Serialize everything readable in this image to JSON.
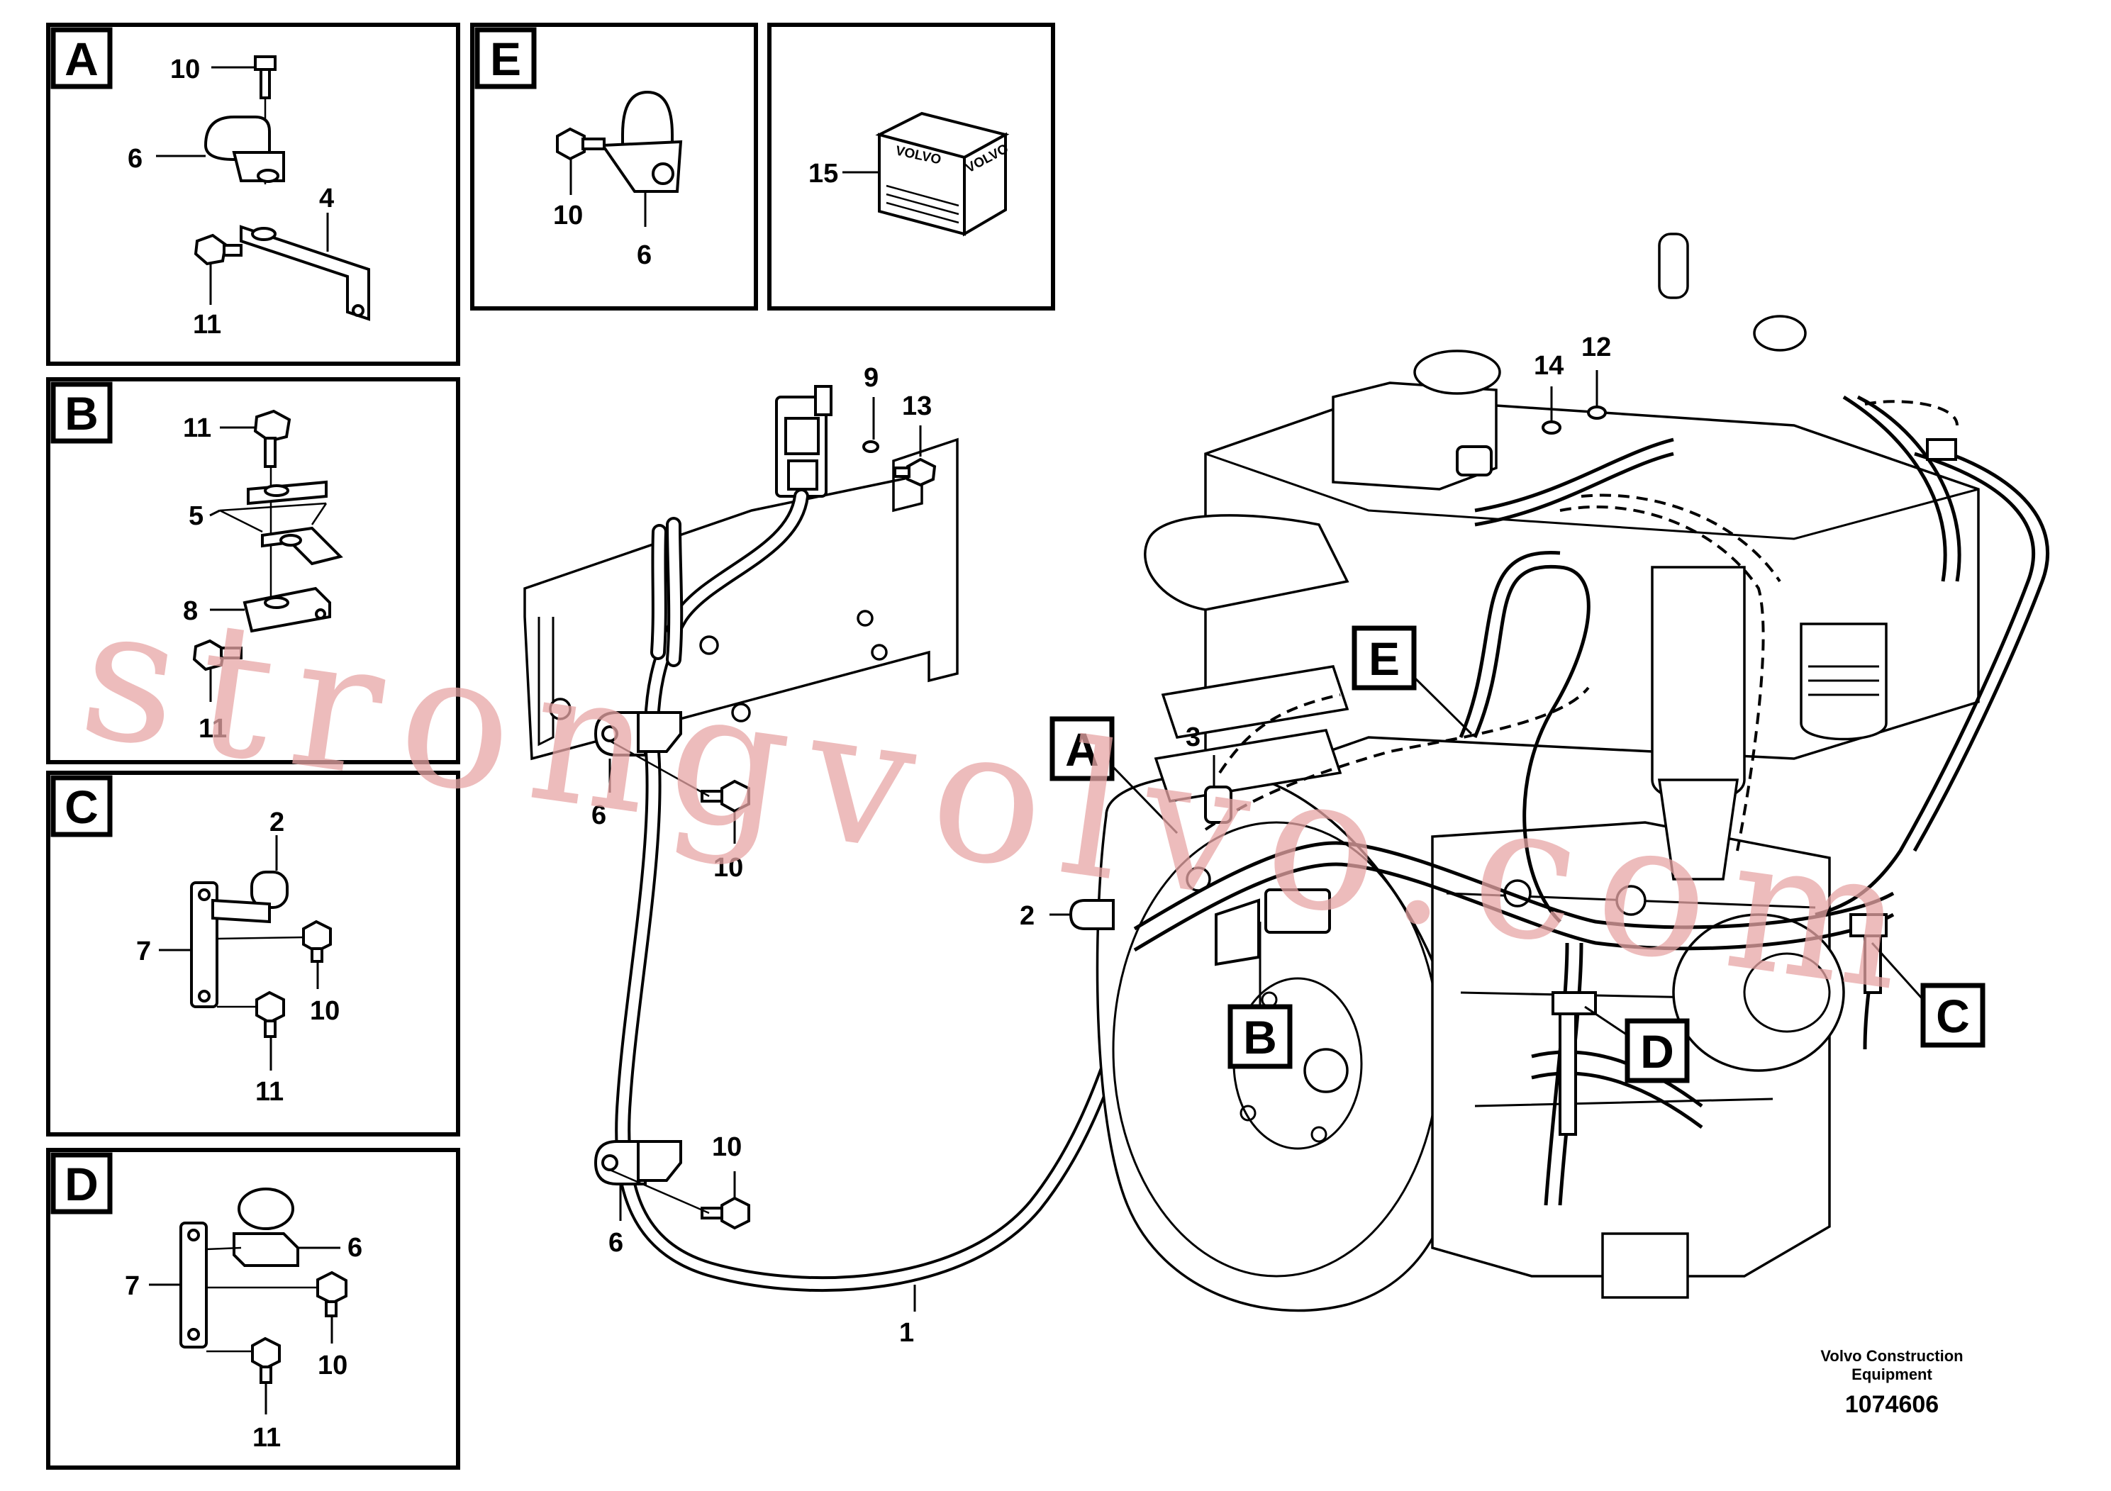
{
  "detail_tags": {
    "A": "A",
    "B": "B",
    "C": "C",
    "D": "D",
    "E": "E"
  },
  "part_numbers": {
    "p1": "1",
    "p2": "2",
    "p3": "3",
    "p4": "4",
    "p5": "5",
    "p6": "6",
    "p7": "7",
    "p8": "8",
    "p9": "9",
    "p10": "10",
    "p11": "11",
    "p12": "12",
    "p13": "13",
    "p14": "14",
    "p15": "15"
  },
  "box_label": "VOLVO",
  "watermark": "strongvolvo.com",
  "footer": {
    "company_line1": "Volvo Construction",
    "company_line2": "Equipment",
    "drawing_number": "1074606"
  },
  "colors": {
    "watermark": "#e8a6a6",
    "line": "#000000",
    "background": "#ffffff"
  }
}
